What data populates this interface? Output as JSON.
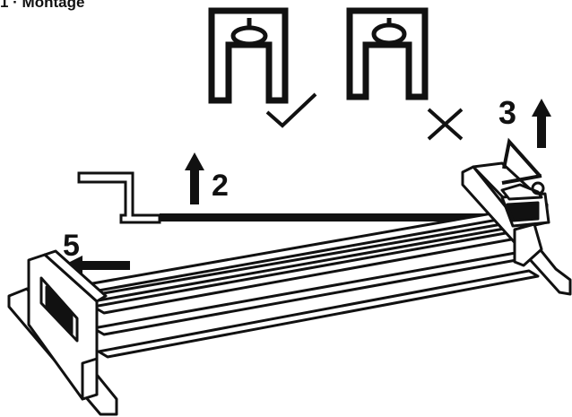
{
  "header": {
    "title": "1 · Montage"
  },
  "steps": {
    "step2": "2",
    "step3": "3",
    "step5": "5"
  },
  "marks": {
    "correct": "✓",
    "incorrect": "✕"
  },
  "colors": {
    "ink": "#111111",
    "background": "#ffffff"
  }
}
